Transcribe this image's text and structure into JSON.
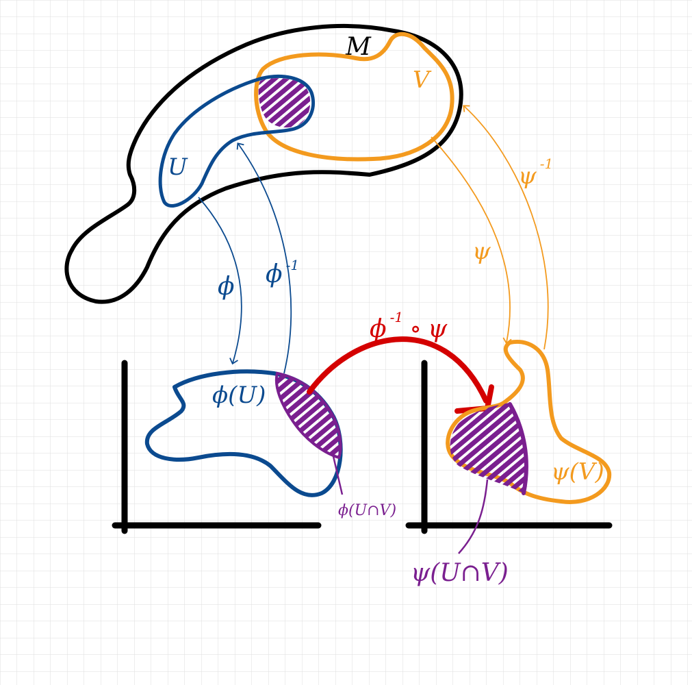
{
  "colors": {
    "background": "#ffffff",
    "grid": "#d9d9d9",
    "manifold": "#000000",
    "chart_u": "#0b4a8f",
    "chart_v": "#f39a1e",
    "overlap": "#7a1f8f",
    "transition": "#d40000",
    "axes": "#000000"
  },
  "labels": {
    "manifold": "M",
    "set_u": "U",
    "set_v": "V",
    "phi": "ϕ",
    "phi_inverse": "ϕ",
    "phi_inverse_exp": "-1",
    "psi": "ψ",
    "psi_inverse": "ψ",
    "psi_inverse_exp": "-1",
    "phi_of_u": "ϕ(U)",
    "psi_of_v": "ψ(V)",
    "phi_of_intersection": "ϕ(U∩V)",
    "psi_of_intersection": "ψ(U∩V)",
    "transition_phi": "ϕ",
    "transition_exp": "-1",
    "transition_compose": "∘",
    "transition_psi": "ψ"
  },
  "icons": [
    "hatched-overlap-region",
    "arrow-head"
  ]
}
